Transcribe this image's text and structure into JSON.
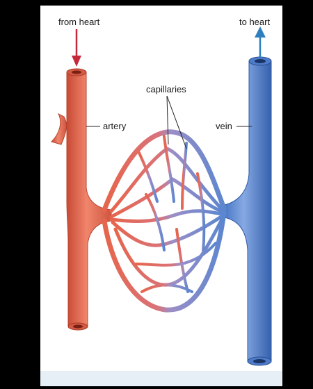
{
  "labels": {
    "from_heart": "from heart",
    "to_heart": "to heart",
    "capillaries": "capillaries",
    "artery": "artery",
    "vein": "vein"
  },
  "colors": {
    "artery": "#e8674f",
    "artery_dark": "#b8442f",
    "vein": "#5b86cf",
    "vein_dark": "#2f5aa3",
    "arrow_in": "#c8283c",
    "arrow_out": "#2e7fbf"
  }
}
